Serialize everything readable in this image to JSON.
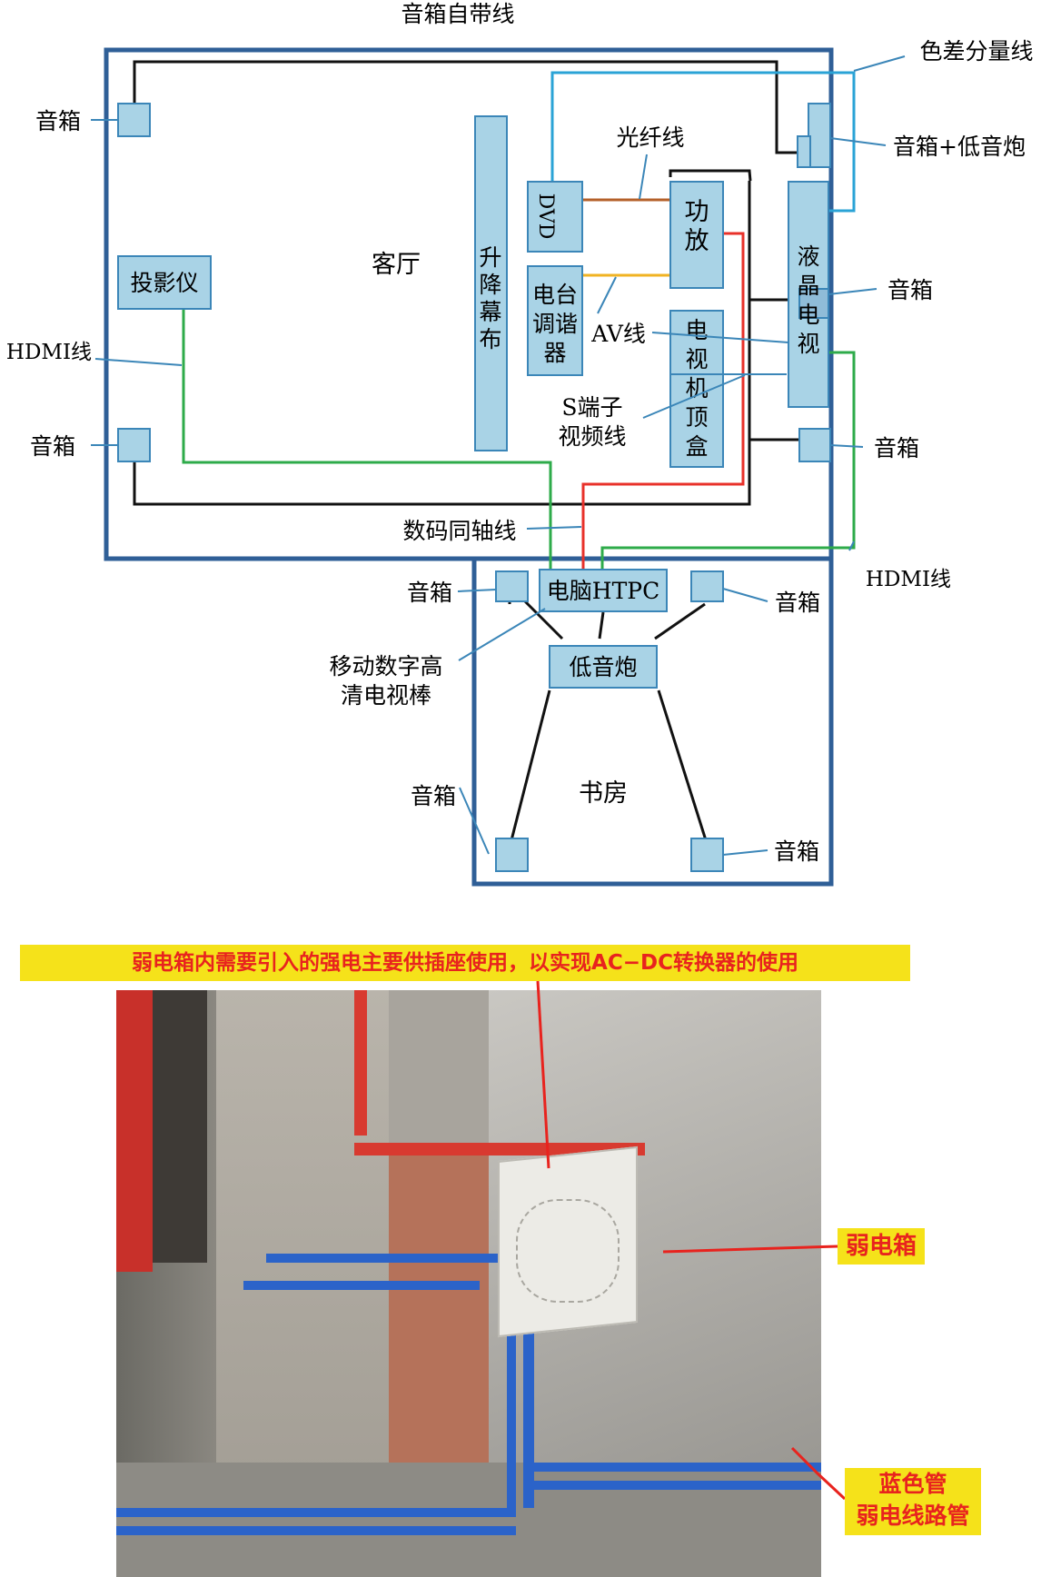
{
  "diagram": {
    "rooms": {
      "living_room": "客厅",
      "study": "书房"
    },
    "devices": {
      "projector": "投影仪",
      "screen": [
        "升",
        "降",
        "幕",
        "布"
      ],
      "dvd": "DVD",
      "amplifier": [
        "功",
        "放"
      ],
      "tuner": [
        "电台",
        "调谐",
        "器"
      ],
      "set_top_box": [
        "电",
        "视",
        "机",
        "顶",
        "盒"
      ],
      "lcd_tv": [
        "液",
        "晶",
        "电",
        "视"
      ],
      "htpc": "电脑HTPC",
      "subwoofer": "低音炮"
    },
    "labels": {
      "speaker_wire": "音箱自带线",
      "component_cable": "色差分量线",
      "fiber_cable": "光纤线",
      "speaker_sub": "音箱+低音炮",
      "speaker": "音箱",
      "hdmi": "HDMI线",
      "av_cable": "AV线",
      "s_video": [
        "S端子",
        "视频线"
      ],
      "coax": "数码同轴线",
      "tv_stick": [
        "移动数字高",
        "清电视棒"
      ]
    },
    "cable_colors": {
      "speaker": "#111111",
      "component": "#2aa3d6",
      "fiber": "#b4602a",
      "av": "#f0b323",
      "hdmi": "#2eab4a",
      "coax": "#e8312a",
      "pointer": "#3b86b8"
    },
    "device_fill": "#a9d3e6",
    "wall_color": "#2f5f97"
  },
  "photo": {
    "caption": "弱电箱内需要引入的强电主要供插座使用，以实现AC−DC转换器的使用",
    "labels": {
      "box": "弱电箱",
      "pipe": [
        "蓝色管",
        "弱电线路管"
      ]
    },
    "accent_red": "#e8231e",
    "accent_yellow": "#f5e21a"
  }
}
